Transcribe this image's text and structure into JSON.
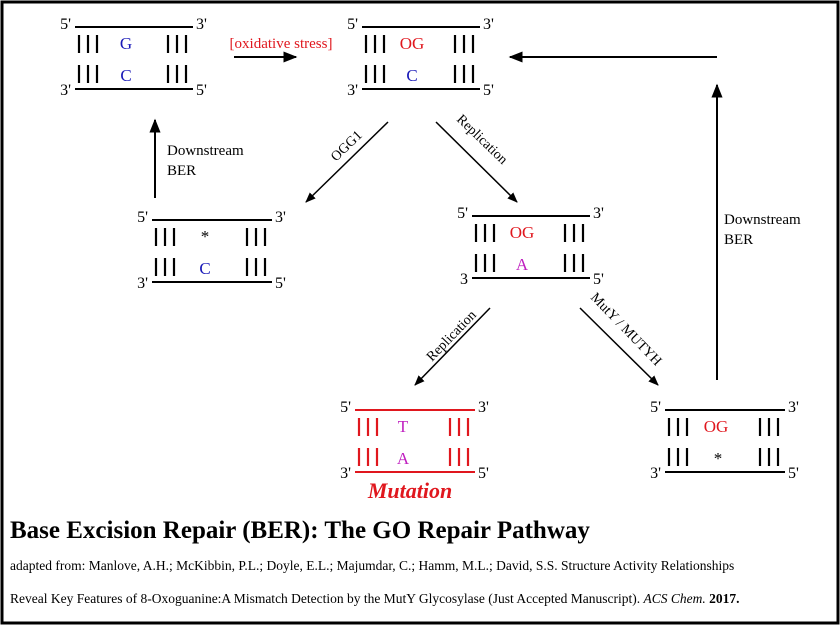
{
  "colors": {
    "red": "#e0171e",
    "blue": "#1a1ab8",
    "magenta": "#c020c0",
    "black": "#000000"
  },
  "ends": {
    "five": "5'",
    "three": "3'",
    "three_noprime": "3"
  },
  "dna": {
    "normal": {
      "top_base": "G",
      "bottom_base": "C"
    },
    "oxidized": {
      "top_base": "OG",
      "bottom_base": "C"
    },
    "ogg1_product": {
      "top_base": "*",
      "bottom_base": "C"
    },
    "replicated": {
      "top_base": "OG",
      "bottom_base": "A"
    },
    "mutated": {
      "top_base": "T",
      "bottom_base": "A",
      "label": "Mutation"
    },
    "muty_product": {
      "top_base": "OG",
      "bottom_base": "*"
    }
  },
  "arrows": {
    "oxidative_stress": "[oxidative stress]",
    "ogg1": "OGG1",
    "replication_1": "Replication",
    "replication_2": "Replication",
    "muty": "MutY / MUTYH",
    "downstream_left": [
      "Downstream",
      "BER"
    ],
    "downstream_right": [
      "Downstream",
      "BER"
    ]
  },
  "title": "Base Excision Repair (BER): The GO Repair Pathway",
  "citation": {
    "line1": "adapted from: Manlove, A.H.; McKibbin, P.L.; Doyle, E.L.; Majumdar, C.; Hamm, M.L.; David, S.S. Structure Activity Relationships",
    "line2": "Reveal Key Features of 8-Oxoguanine:A Mismatch Detection by the MutY Glycosylase (Just Accepted Manuscript). ",
    "journal": "ACS Chem.",
    "year": "2017."
  }
}
